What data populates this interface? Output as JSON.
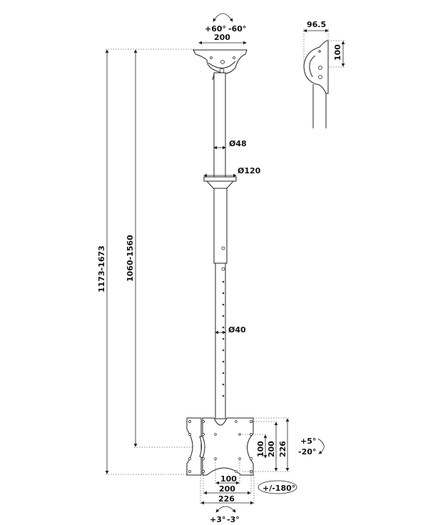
{
  "title": "Ceiling TV mount dimensions",
  "labels": {
    "tilt_top_plus": "+60°",
    "tilt_top_minus": "-60°",
    "ceiling_plate_width": "200",
    "side_depth": "96.5",
    "side_height": "100",
    "tube_upper_diameter": "Ø48",
    "collar_diameter": "Ø120",
    "tube_lower_diameter": "Ø40",
    "total_height": "1173-1673",
    "pole_height": "1060-1560",
    "vesa_v_100": "100",
    "vesa_v_200": "200",
    "vesa_v_226": "226",
    "vesa_h_100": "100",
    "vesa_h_200": "200",
    "vesa_h_226": "226",
    "tilt_plus": "+5°",
    "tilt_minus": "-20°",
    "rotation": "+/-180°",
    "swivel_plus": "+3°",
    "swivel_minus": "-3°"
  }
}
